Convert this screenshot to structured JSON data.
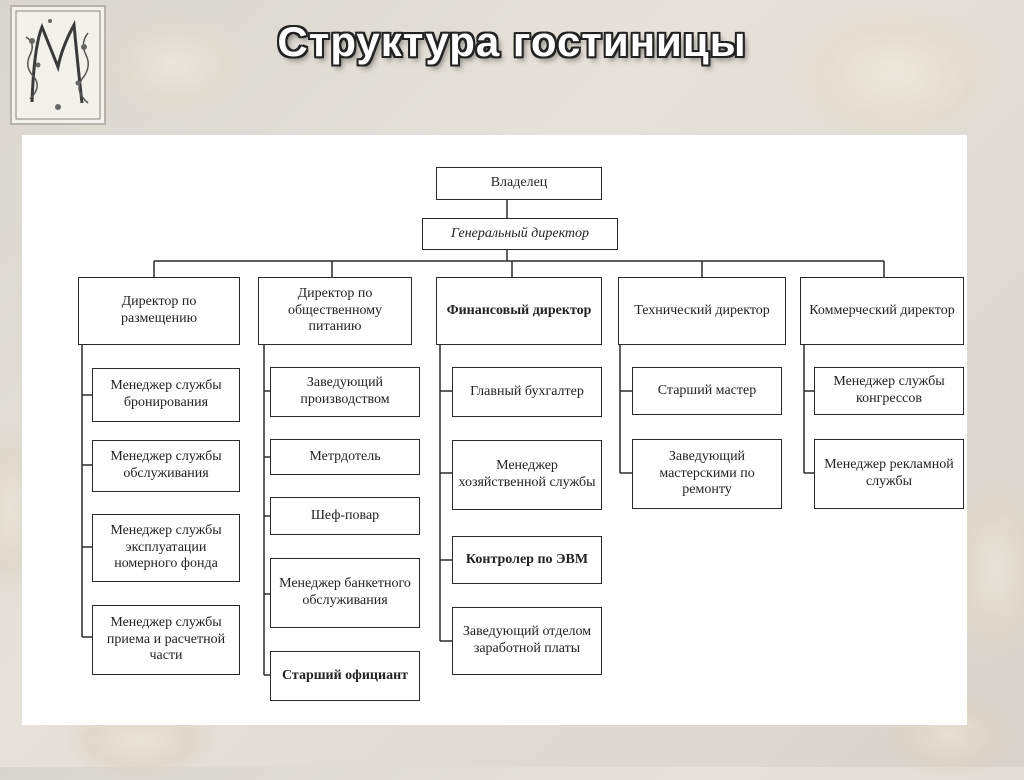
{
  "title": "Структура гостиницы",
  "org": {
    "owner": "Владелец",
    "general_director": "Генеральный директор",
    "directors": [
      {
        "label": "Директор по размещению",
        "subordinates": [
          "Менеджер службы бронирования",
          "Менеджер службы обслуживания",
          "Менеджер службы эксплуатации номерного фонда",
          "Менеджер службы приема и расчетной части"
        ]
      },
      {
        "label": "Директор по общественному питанию",
        "subordinates": [
          "Заведующий производством",
          "Метрдотель",
          "Шеф-повар",
          "Менеджер банкетного обслуживания",
          "Старший официант"
        ]
      },
      {
        "label": "Финансовый директор",
        "subordinates": [
          "Главный бухгалтер",
          "Менеджер хозяйственной службы",
          "Контролер по ЭВМ",
          "Заведующий отделом заработной платы"
        ]
      },
      {
        "label": "Технический директор",
        "subordinates": [
          "Старший мастер",
          "Заведующий мастерскими по ремонту"
        ]
      },
      {
        "label": "Коммерческий директор",
        "subordinates": [
          "Менеджер службы конгрессов",
          "Менеджер рекламной службы"
        ]
      }
    ]
  }
}
